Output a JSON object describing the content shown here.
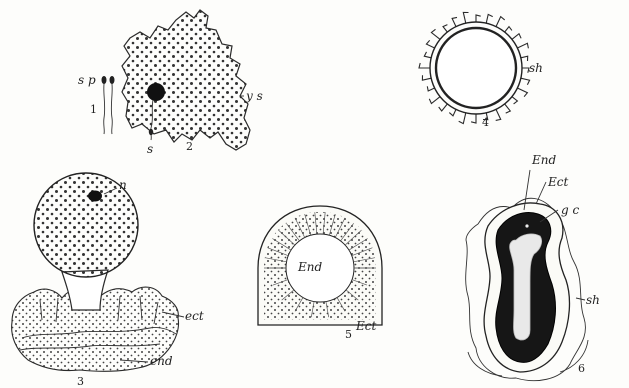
{
  "figures": [
    {
      "number": "1",
      "labels": {
        "sp": "s p"
      }
    },
    {
      "number": "2",
      "labels": {
        "ys": "y s",
        "s": "s"
      }
    },
    {
      "number": "3",
      "labels": {
        "n": "n",
        "ect": "ect",
        "end": "end"
      }
    },
    {
      "number": "4",
      "labels": {
        "sh": "sh"
      }
    },
    {
      "number": "5",
      "labels": {
        "end": "End",
        "ect": "Ect"
      }
    },
    {
      "number": "6",
      "labels": {
        "end": "End",
        "ect": "Ect",
        "gc": "g c",
        "sh": "sh"
      }
    }
  ]
}
